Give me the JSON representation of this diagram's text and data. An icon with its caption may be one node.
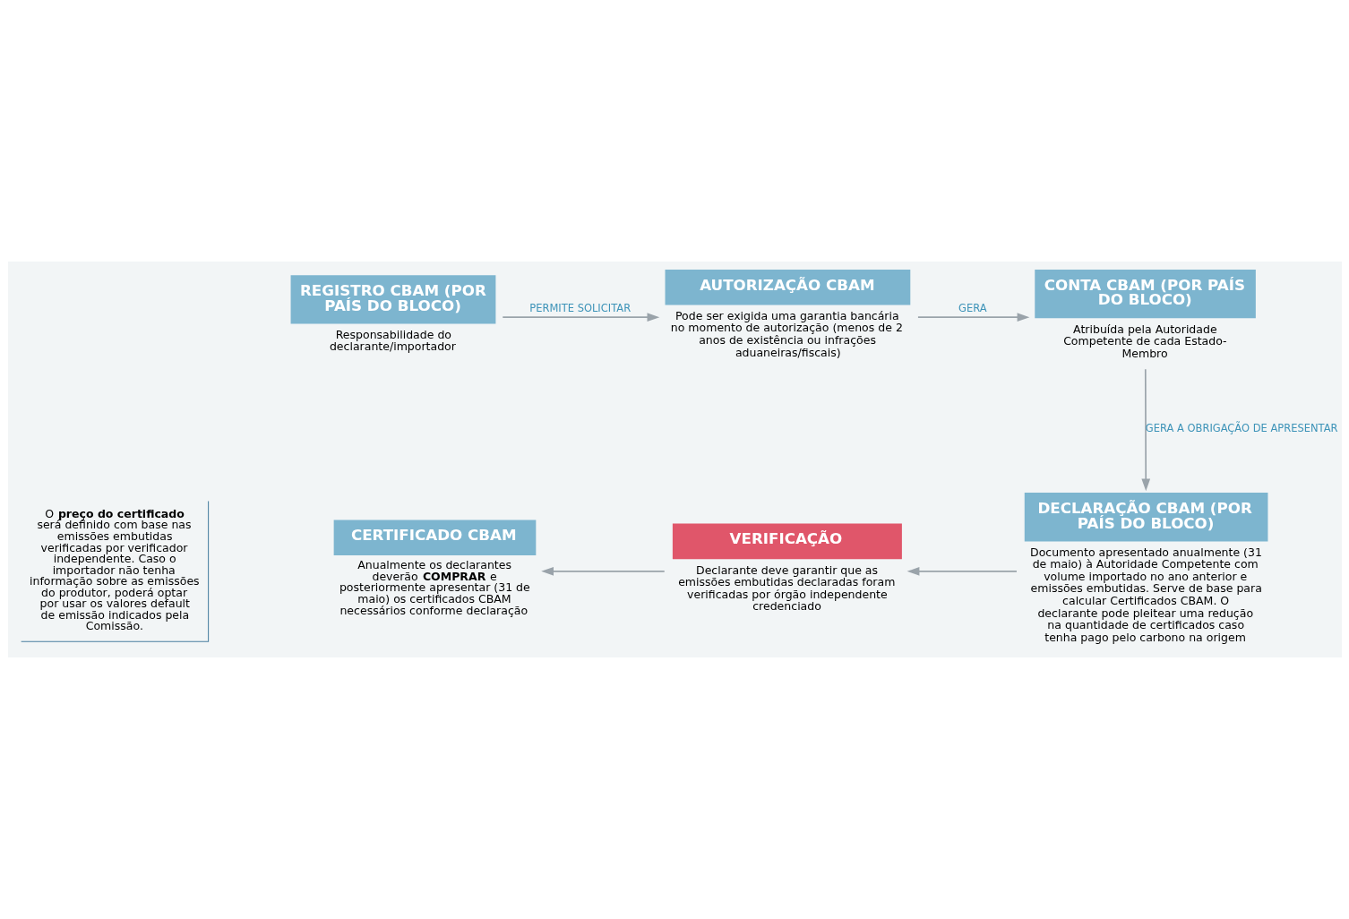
{
  "diagram": {
    "nodes": [
      {
        "text": [
          "REGISTRO CBAM (POR PAÍS DO BLOCO)"
        ],
        "beside": [
          "Responsabilidade do declarante/importador"
        ]
      },
      {
        "text": [
          "AUTORIZAÇÃO CBAM"
        ],
        "beside": [
          "Pode ser exigida uma garantia bancária no momento de autorização (menos de 2 anos de existência ou infrações aduaneiras/fiscais)"
        ]
      },
      {
        "text": [
          "CONTA CBAM (POR PAÍS DO BLOCO)"
        ],
        "beside": [
          "Atribuída pela Autoridade Competente de cada Estado-Membro"
        ]
      },
      {
        "text": [
          "DECLARAÇÃO CBAM (POR PAÍS DO BLOCO)"
        ],
        "beside": [
          "Documento apresentado anualmente (31 de maio) à Autoridade Competente com volume importado no ano anterior e emissões embutidas. Serve de base para calcular Certificados CBAM. O declarante pode pleitear uma redução na quantidade de certificados caso tenha pago pelo carbono na origem"
        ]
      },
      {
        "text": [
          "VERIFICAÇÃO"
        ],
        "beside": [
          "Declarante deve garantir que as emissões embutidas declaradas foram verificadas por órgão independente credenciado"
        ]
      },
      {
        "text": [
          "CERTIFICADO CBAM"
        ],
        "beside": [
          "Anualmente os declarantes deverão **COMPRAR** e posteriormente apresentar (31 de maio) os certificados CBAM necessários conforme declaração"
        ]
      }
    ],
    "edges": [
      {
        "from": 0,
        "to": 1,
        "arrow": "to",
        "label": "PERMITE SOLICITAR"
      },
      {
        "from": 1,
        "to": 2,
        "arrow": "to",
        "label": "GERA"
      },
      {
        "from": 2,
        "to": 3,
        "arrow": "to",
        "label": "GERA A OBRIGAÇÃO DE APRESENTAR"
      },
      {
        "from": 3,
        "to": 4,
        "arrow": "to"
      },
      {
        "from": 4,
        "to": 5,
        "arrow": "to"
      }
    ],
    "labels": [
      "O **preço do certificado** será definido com base nas emissões embutidas verificadas por verificador independente. Caso o importador não tenha informação sobre as emissões do produtor, poderá optar por usar os valores default de emissão indicados pela Comissão."
    ]
  }
}
